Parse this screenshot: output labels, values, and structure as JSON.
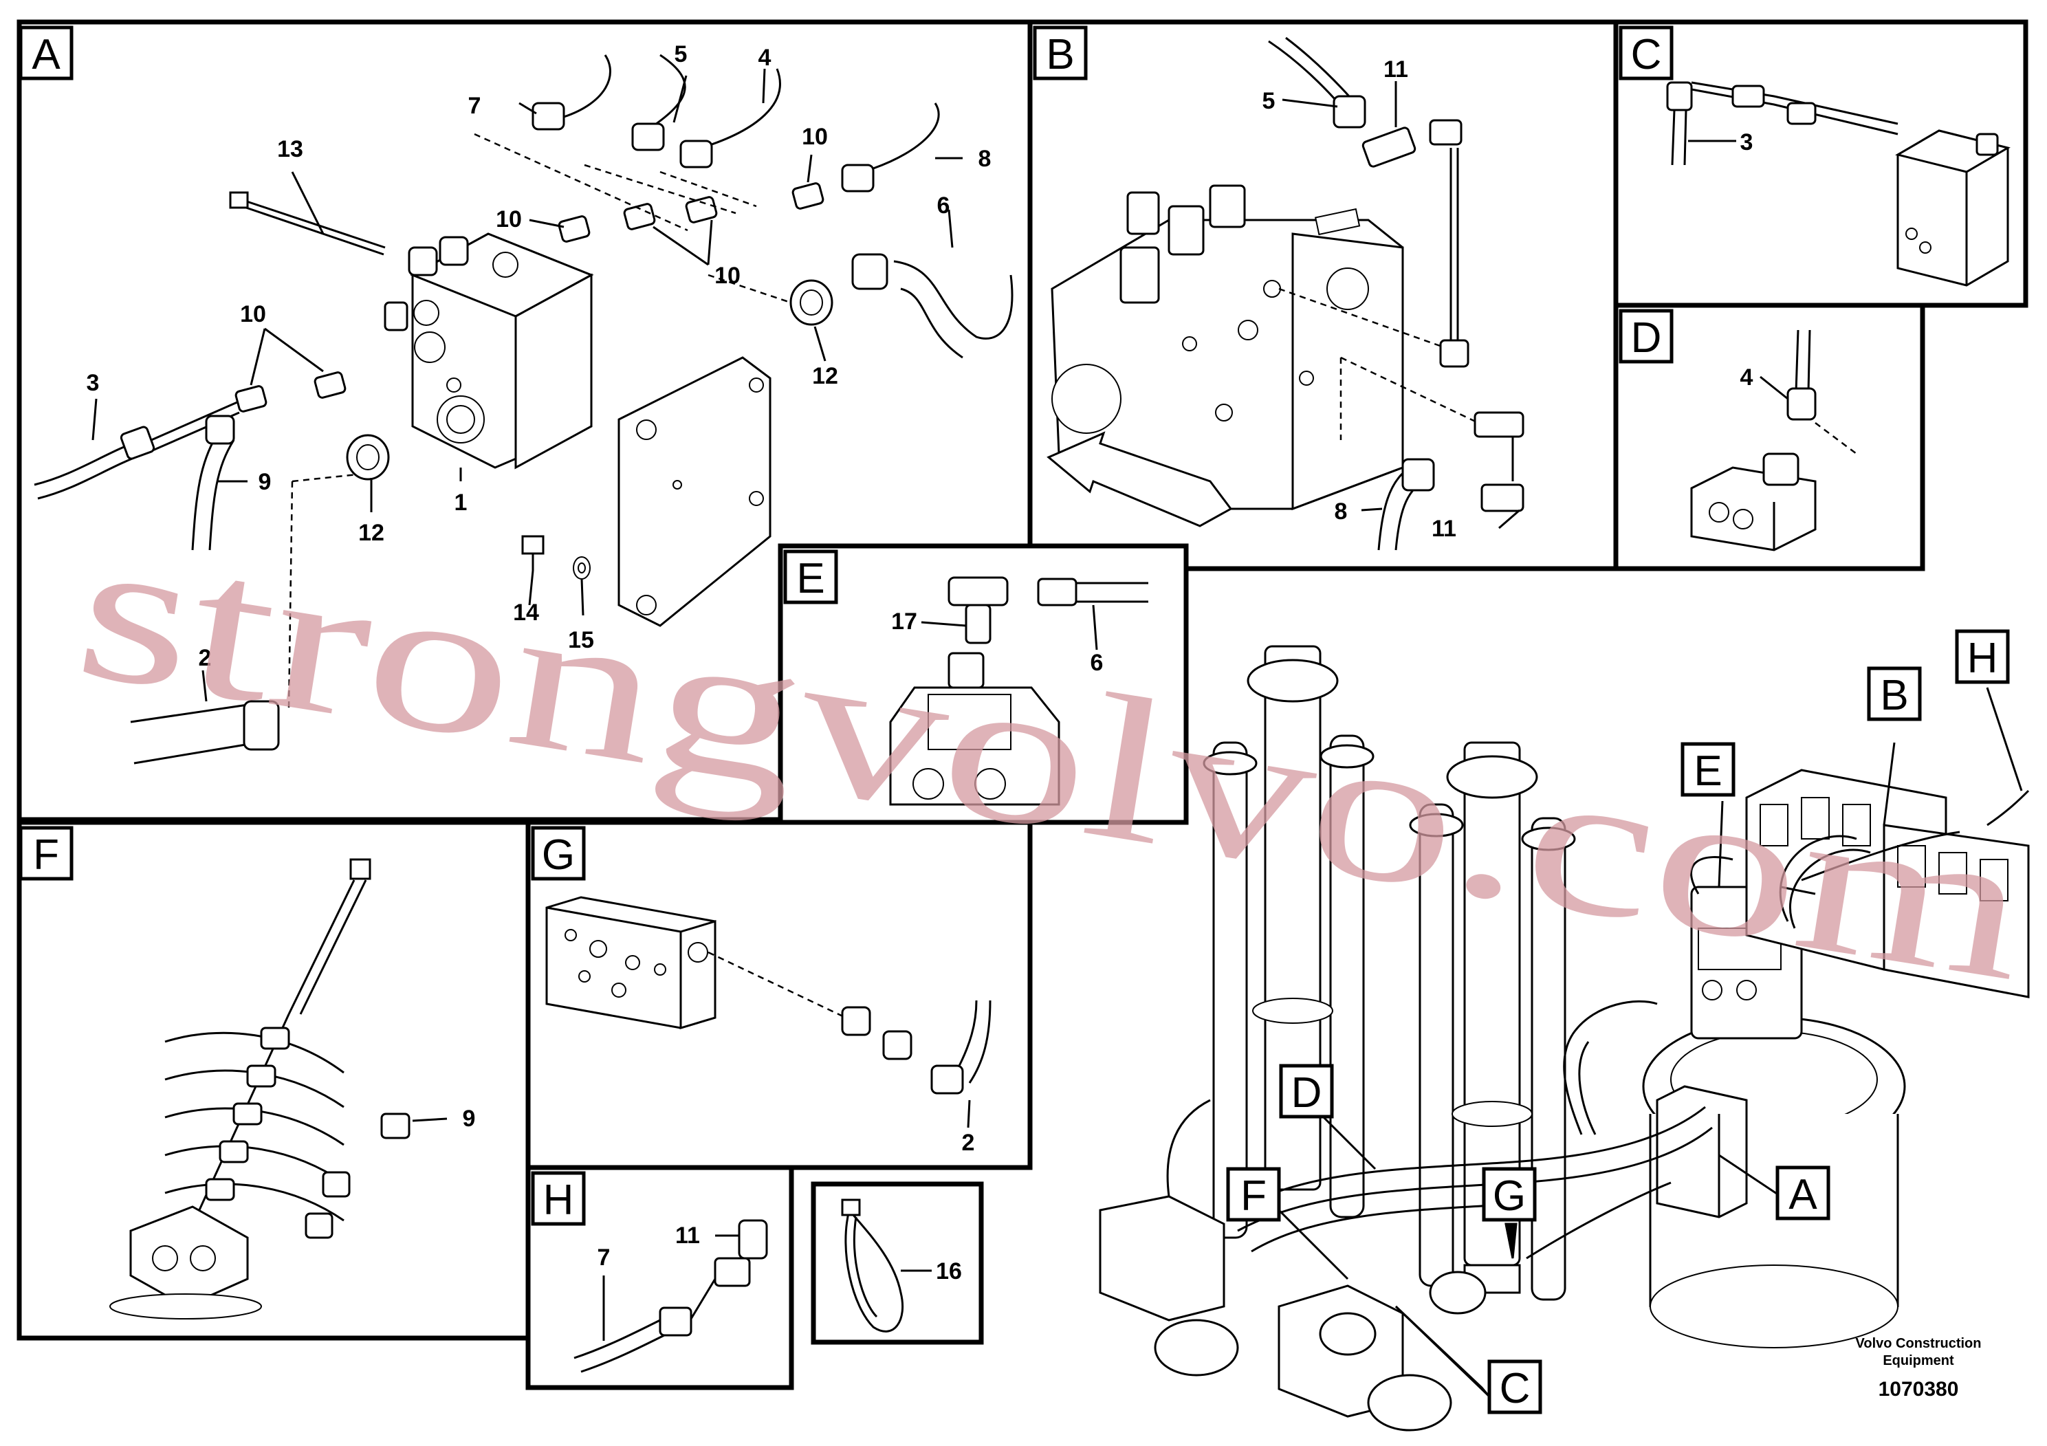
{
  "panels": {
    "A": "A",
    "B": "B",
    "C": "C",
    "D": "D",
    "E": "E",
    "F": "F",
    "G": "G",
    "H": "H"
  },
  "callouts": {
    "A": [
      "1",
      "2",
      "3",
      "4",
      "5",
      "6",
      "7",
      "8",
      "9",
      "10",
      "10",
      "10",
      "10",
      "12",
      "12",
      "13",
      "14",
      "15"
    ],
    "B": [
      "5",
      "11",
      "8",
      "11"
    ],
    "C": [
      "3"
    ],
    "D": [
      "4"
    ],
    "E": [
      "17",
      "6"
    ],
    "F": [
      "9"
    ],
    "G": [
      "2"
    ],
    "H": [
      "11",
      "7"
    ],
    "clip": [
      "16"
    ]
  },
  "overview_labels": [
    "A",
    "B",
    "C",
    "D",
    "E",
    "F",
    "G",
    "H"
  ],
  "watermark": "strongvolvo.com",
  "caption": {
    "line1": "Volvo Construction",
    "line2": "Equipment",
    "number": "1070380"
  }
}
